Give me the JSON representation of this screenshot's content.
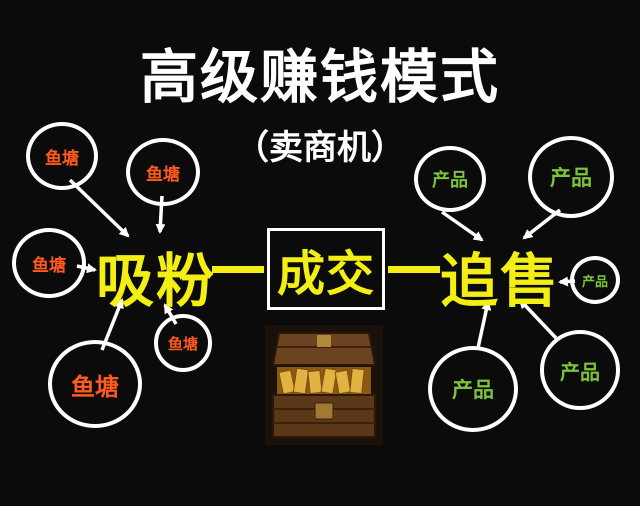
{
  "title": "高级赚钱模式",
  "subtitle": "（卖商机）",
  "left_node": "吸粉",
  "center_node": "成交",
  "right_node": "追售",
  "ponds": [
    "鱼塘",
    "鱼塘",
    "鱼塘",
    "鱼塘",
    "鱼塘"
  ],
  "products": [
    "产品",
    "产品",
    "产品",
    "产品",
    "产品"
  ],
  "colors": {
    "background": "#0b0b0b",
    "title": "#ffffff",
    "highlight": "#f3ee14",
    "pond": "#ff5a1f",
    "product": "#7cc33a"
  },
  "icons": {
    "treasure": "treasure-chest-icon"
  }
}
